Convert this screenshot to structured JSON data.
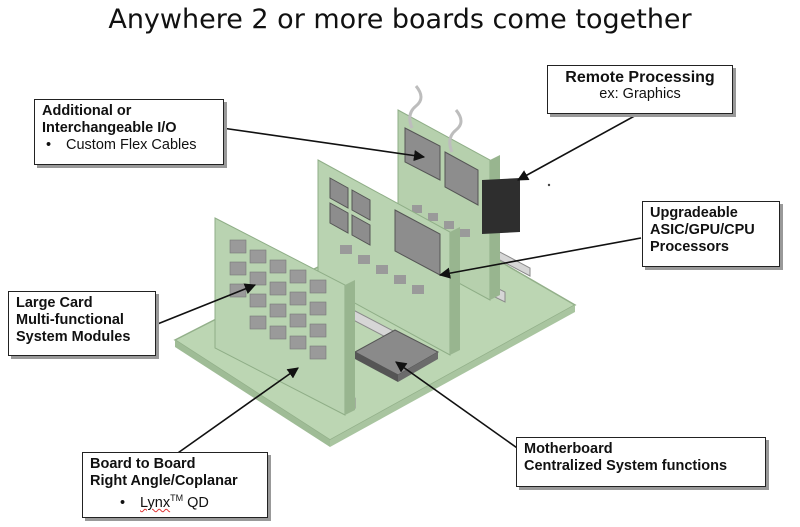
{
  "title": "Anywhere 2 or more boards come together",
  "callouts": {
    "remote": {
      "heading": "Remote Processing",
      "sub": "ex: Graphics"
    },
    "io": {
      "line1": "Additional or",
      "line2": "Interchangeable I/O",
      "bullet": "Custom Flex Cables"
    },
    "asic": {
      "line1": "Upgradeable",
      "line2": "ASIC/GPU/CPU",
      "line3": "Processors"
    },
    "large": {
      "line1": "Large Card",
      "line2": "Multi-functional",
      "line3": "System Modules"
    },
    "mother": {
      "line1": "Motherboard",
      "line2": "Centralized System functions"
    },
    "b2b": {
      "line1": "Board to Board",
      "line2": "Right Angle/Coplanar",
      "bullet_main": "Lynx",
      "bullet_sup": "TM",
      "bullet_tail": " QD"
    }
  },
  "colors": {
    "board": "#b9d3b1",
    "board_edge": "#8fae87",
    "chip": "#8d8d8d",
    "connector": "#cfcfcf"
  }
}
